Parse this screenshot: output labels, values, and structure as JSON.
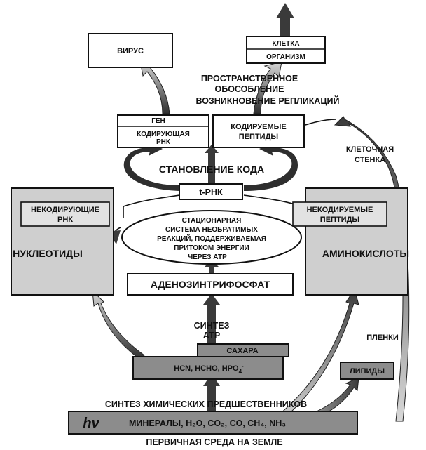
{
  "nodes": {
    "virus": "ВИРУС",
    "cell": "КЛЕТКА",
    "organism": "ОРГАНИЗМ",
    "spatial_line1": "ПРОСТРАНСТВЕННОЕ",
    "spatial_line2": "ОБОСОБЛЕНИЕ",
    "replication": "ВОЗНИКНОВЕНИЕ РЕПЛИКАЦИЙ",
    "gene": "ГЕН",
    "coding_rna_line1": "КОДИРУЮЩАЯ",
    "coding_rna_line2": "РНК",
    "coded_peptides_line1": "КОДИРУЕМЫЕ",
    "coded_peptides_line2": "ПЕПТИДЫ",
    "code_formation": "СТАНОВЛЕНИЕ КОДА",
    "trna": "t-РНК",
    "cell_wall_line1": "КЛЕТОЧНАЯ",
    "cell_wall_line2": "СТЕНКА",
    "noncoding_rna_line1": "НЕКОДИРУЮЩИЕ",
    "noncoding_rna_line2": "РНК",
    "noncoded_peptides_line1": "НЕКОДИРУЕМЫЕ",
    "noncoded_peptides_line2": "ПЕПТИДЫ",
    "system_line1": "СТАЦИОНАРНАЯ",
    "system_line2": "СИСТЕМА НЕОБРАТИМЫХ",
    "system_line3": "РЕАКЦИЙ, ПОДДЕРЖИВАЕМАЯ",
    "system_line4": "ПРИТОКОМ ЭНЕРГИИ",
    "system_line5": "ЧЕРЕЗ АТР",
    "nucleotides": "НУКЛЕОТИДЫ",
    "amino_acids": "АМИНОКИСЛОТЫ",
    "atp": "АДЕНОЗИНТРИФОСФАТ",
    "atp_synthesis_line1": "СИНТЕЗ",
    "atp_synthesis_line2": "АТР",
    "sugars": "САХАРА",
    "precursors": "HCN, HCHO, HPO",
    "films": "ПЛЕНКИ",
    "lipids": "ЛИПИДЫ",
    "chem_synthesis": "СИНТЕЗ ХИМИЧЕСКИХ ПРЕДШЕСТВЕННИКОВ",
    "hv": "hν",
    "minerals": "МИНЕРАЛЫ, H₂O, CO₂, CO, CH₄, NH₃",
    "primary_env": "ПЕРВИЧНАЯ СРЕДА НА ЗЕМЛЕ"
  },
  "colors": {
    "arrow_dark": "#3a3a3a",
    "arrow_grad_light": "#d8d8d8",
    "box_dark": "#8c8c8c",
    "box_gray": "#cfcfcf"
  }
}
